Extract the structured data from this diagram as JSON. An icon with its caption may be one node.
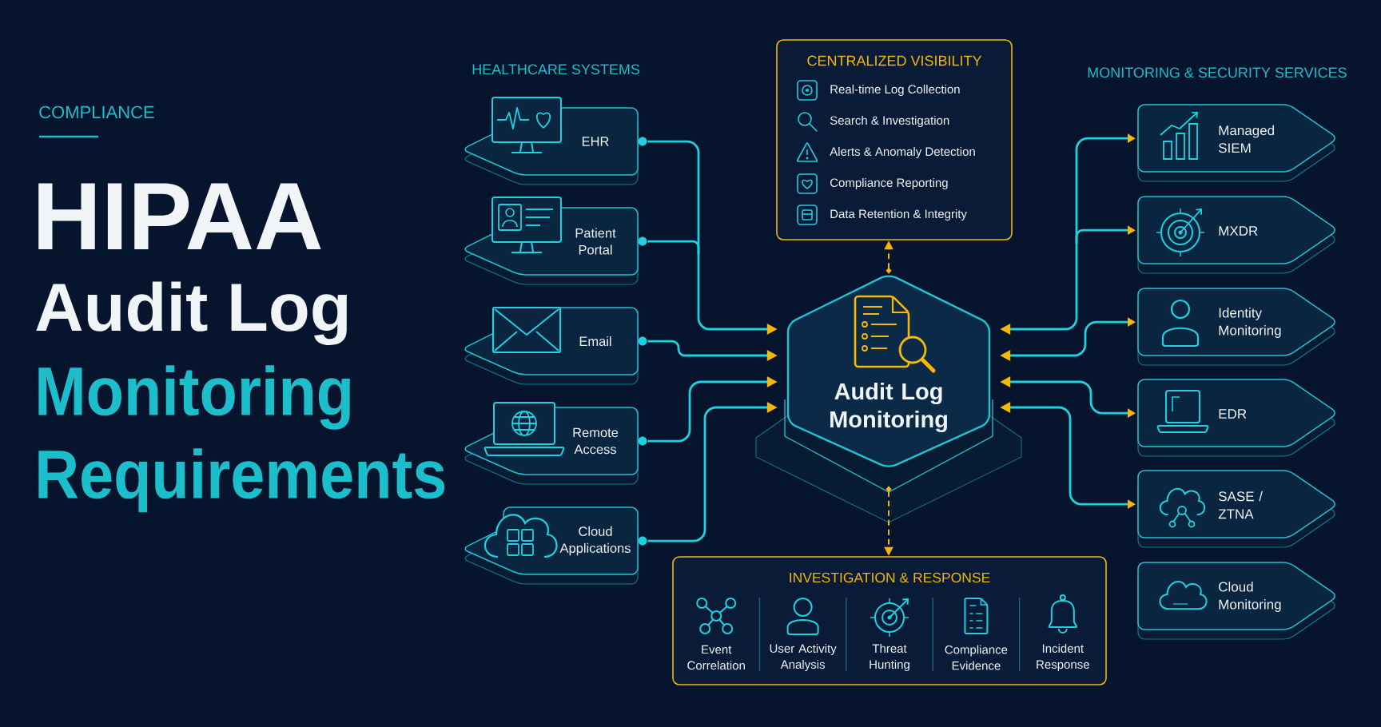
{
  "diagram": {
    "nodes": [
      {
        "text": [
          "EHR"
        ]
      },
      {
        "text": [
          "Patient Portal"
        ]
      },
      {
        "text": [
          "Email"
        ]
      },
      {
        "text": [
          "Remote Access"
        ]
      },
      {
        "text": [
          "Cloud Applications"
        ]
      },
      {
        "text": [
          "CENTRALIZED VISIBILITY",
          "Real-time Log Collection",
          "Search & Investigation",
          "Alerts & Anomaly Detection",
          "Compliance Reporting",
          "Data Retention & Integrity"
        ]
      },
      {
        "text": [
          "Audit Log Monitoring"
        ]
      },
      {
        "text": [
          "INVESTIGATION & RESPONSE",
          "Event Correlation",
          "User Activity Analysis",
          "Threat Hunting",
          "Compliance Evidence",
          "Incident Response"
        ]
      },
      {
        "text": [
          "Managed SIEM"
        ]
      },
      {
        "text": [
          "MXDR"
        ]
      },
      {
        "text": [
          "Identity Monitoring"
        ]
      },
      {
        "text": [
          "EDR"
        ]
      },
      {
        "text": [
          "SASE / ZTNA"
        ]
      },
      {
        "text": [
          "Cloud Monitoring"
        ]
      }
    ],
    "edges": [
      {
        "from": 0,
        "to": 6,
        "arrow": "to"
      },
      {
        "from": 1,
        "to": 6,
        "arrow": "to"
      },
      {
        "from": 2,
        "to": 6,
        "arrow": "to"
      },
      {
        "from": 3,
        "to": 6,
        "arrow": "to"
      },
      {
        "from": 4,
        "to": 6,
        "arrow": "to"
      },
      {
        "from": 6,
        "to": 5,
        "arrow": "to",
        "style": "dashed",
        "color": "#f5b70a"
      },
      {
        "from": 6,
        "to": 7,
        "arrow": "to",
        "style": "dashed",
        "color": "#f5b70a"
      },
      {
        "from": 6,
        "to": 8,
        "arrow": "both"
      },
      {
        "from": 6,
        "to": 9,
        "arrow": "both"
      },
      {
        "from": 6,
        "to": 10,
        "arrow": "both"
      },
      {
        "from": 6,
        "to": 11,
        "arrow": "both"
      },
      {
        "from": 6,
        "to": 12,
        "arrow": "both"
      }
    ],
    "labels": [
      "COMPLIANCE",
      "HIPAA",
      "Audit Log",
      "Monitoring Requirements",
      "HEALTHCARE SYSTEMS",
      "MONITORING & SECURITY SERVICES"
    ]
  }
}
